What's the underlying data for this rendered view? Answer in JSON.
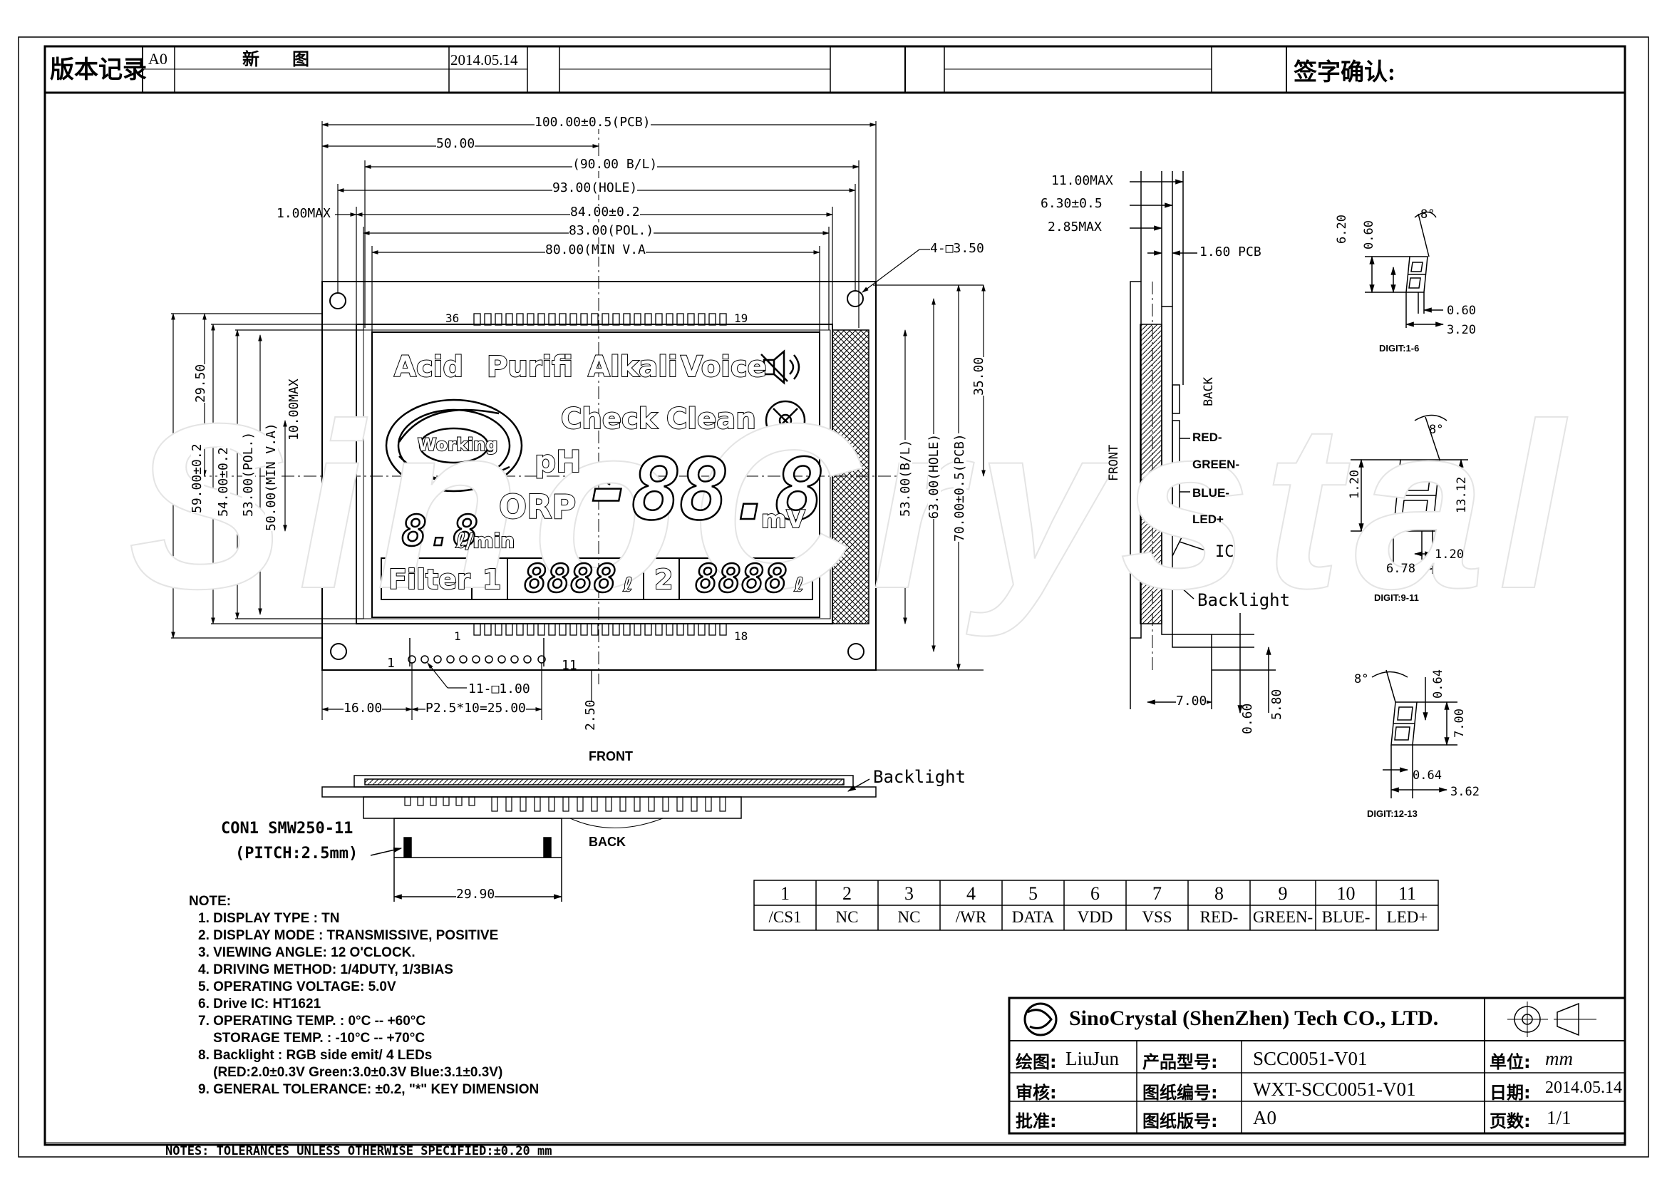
{
  "revision_header": {
    "label": "版本记录",
    "rev": "A0",
    "description": "新 图",
    "date": "2014.05.14",
    "sign_label": "签字确认:"
  },
  "watermark": "SinoCrystal",
  "front_dims": {
    "pcb_width": "100.00±0.5(PCB)",
    "half": "50.00",
    "bl": "(90.00 B/L)",
    "hole": "93.00(HOLE)",
    "max_left": "1.00MAX",
    "glass": "84.00±0.2",
    "pol": "83.00(POL.)",
    "va": "80.00(MIN V.A",
    "holes": "4-□3.50",
    "h_59": "59.00±0.2",
    "h_54": "54.00±0.2",
    "h_53pol": "53.00(POL.)",
    "h_50va": "50.00(MIN V.A)",
    "h_2950": "29.50",
    "h_10max": "10.00MAX",
    "h_35": "35.00",
    "h_53bl": "53.00(B/L)",
    "h_63hole": "63.00(HOLE)",
    "h_70pcb": "70.00±0.5(PCB)",
    "pin_36": "36",
    "pin_19": "19",
    "pin_1": "1",
    "pin_18": "18",
    "conn_1": "1",
    "conn_11": "11",
    "pin_size": "11-□1.00",
    "left_16": "16.00",
    "pitch": "P2.5*10=25.00",
    "v_250": "2.50"
  },
  "lcd": {
    "acid": "Acid",
    "purifi": "Purifi",
    "alkali": "Alkali",
    "voice": "Voice",
    "check": "Check",
    "clean": "Clean",
    "working": "Working",
    "ph": "pH",
    "orp": "ORP",
    "big_digits": "-88.8",
    "mv": "mV",
    "flow_digits": "8.8",
    "flow_unit": "ℓ/min",
    "filter": "Filter",
    "f1": "1",
    "f1_digits": "8888",
    "f2": "2",
    "f2_digits": "8888",
    "liter": "ℓ"
  },
  "side_dims": {
    "max11": "11.00MAX",
    "d630": "6.30±0.5",
    "d285": "2.85MAX",
    "pcb": "1.60 PCB",
    "back": "BACK",
    "front": "FRONT",
    "red": "RED-",
    "green": "GREEN-",
    "blue": "BLUE-",
    "led": "LED+",
    "ic": "IC",
    "backlight": "Backlight",
    "d700": "7.00",
    "d060": "0.60",
    "d580": "5.80"
  },
  "digit_details": [
    {
      "label": "DIGIT:1-6",
      "a": "6.20",
      "b": "0.60",
      "c": "0.60",
      "d": "3.20",
      "angle": "8°"
    },
    {
      "label": "DIGIT:9-11",
      "a": "1.20",
      "b": "13.12",
      "c": "1.20",
      "d": "6.78",
      "angle": "8°"
    },
    {
      "label": "DIGIT:12-13",
      "a": "0.64",
      "b": "7.00",
      "c": "0.64",
      "d": "3.62",
      "angle": "8°"
    }
  ],
  "bottom_view": {
    "front": "FRONT",
    "back": "BACK",
    "backlight": "Backlight",
    "conn": "CON1 SMW250-11",
    "pitch": "(PITCH:2.5mm)",
    "width": "29.90"
  },
  "pin_table": {
    "numbers": [
      "1",
      "2",
      "3",
      "4",
      "5",
      "6",
      "7",
      "8",
      "9",
      "10",
      "11"
    ],
    "signals": [
      "/CS1",
      "NC",
      "NC",
      "/WR",
      "DATA",
      "VDD",
      "VSS",
      "RED-",
      "GREEN-",
      "BLUE-",
      "LED+"
    ]
  },
  "notes": {
    "title": "NOTE:",
    "items": [
      "1. DISPLAY TYPE : TN",
      "2. DISPLAY MODE : TRANSMISSIVE, POSITIVE",
      "3. VIEWING ANGLE: 12 O'CLOCK.",
      "4. DRIVING METHOD: 1/4DUTY, 1/3BIAS",
      "5. OPERATING VOLTAGE: 5.0V",
      "6. Drive IC: HT1621",
      "7. OPERATING TEMP. : 0°C -- +60°C",
      "    STORAGE TEMP. : -10°C -- +70°C",
      "8. Backlight : RGB side emit/ 4 LEDs",
      "    (RED:2.0±0.3V Green:3.0±0.3V Blue:3.1±0.3V)",
      "9. GENERAL TOLERANCE: ±0.2, \"*\" KEY DIMENSION"
    ]
  },
  "title_block": {
    "company": "SinoCrystal (ShenZhen) Tech CO., LTD.",
    "drawn_label": "绘图:",
    "drawn": "LiuJun",
    "model_label": "产品型号:",
    "model": "SCC0051-V01",
    "unit_label": "单位:",
    "unit": "mm",
    "check_label": "审核:",
    "dwg_no_label": "图纸编号:",
    "dwg_no": "WXT-SCC0051-V01",
    "date_label": "日期:",
    "date": "2014.05.14",
    "approve_label": "批准:",
    "ver_label": "图纸版号:",
    "ver": "A0",
    "page_label": "页数:",
    "page": "1/1"
  },
  "footer": "NOTES: TOLERANCES UNLESS OTHERWISE SPECIFIED:±0.20 mm"
}
